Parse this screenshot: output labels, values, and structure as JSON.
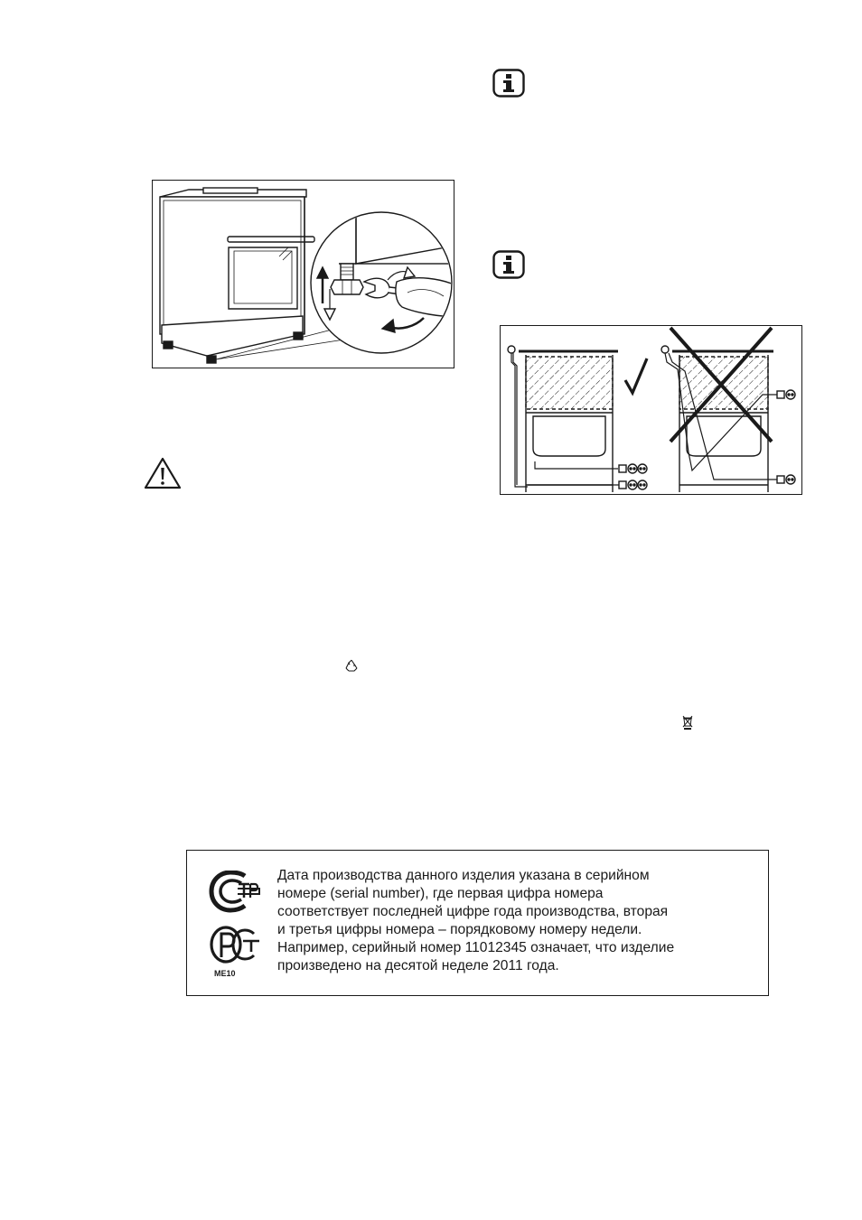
{
  "certification": {
    "lines": [
      "Дата производства данного изделия указана в серийном",
      "номере (serial number), где первая цифра номера",
      "соответствует последней цифре года производства, вторая",
      "и третья цифры номера – порядковому номеру недели.",
      "Например, серийный номер 11012345 означает, что изделие",
      "произведено на десятой неделе 2011 года."
    ],
    "mark_code": "ME10"
  },
  "icons": {
    "info_1": "info-icon",
    "info_2": "info-icon",
    "warning": "warning-icon",
    "recycle": "recycle-icon",
    "wheelie_bin": "crossed-bin-icon"
  }
}
